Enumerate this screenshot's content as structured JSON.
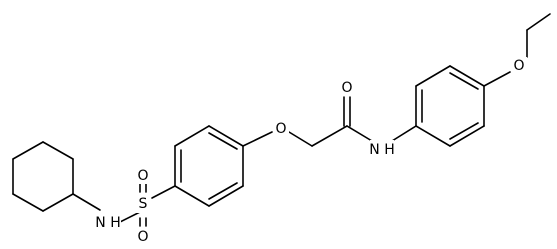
{
  "molecule": {
    "atoms": {
      "o_ether_top": "O",
      "o_carbonyl": "O",
      "o_aryl_ether": "O",
      "nh_amide": "N H",
      "s_sulfonyl": "S",
      "o_sulfonyl_top": "O",
      "o_sulfonyl_bottom": "O",
      "nh_sulfonamide": "N H"
    }
  }
}
